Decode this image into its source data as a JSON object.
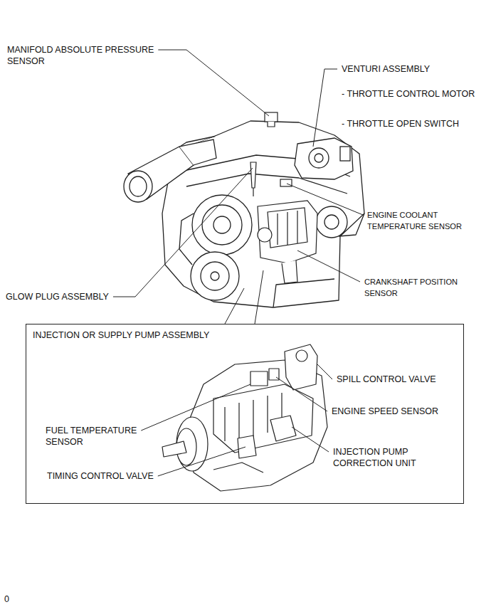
{
  "diagram": {
    "nodes": [
      {
        "text": [
          "INJECTION OR SUPPLY PUMP ASSEMBLY"
        ]
      }
    ],
    "labels": [
      "MANIFOLD ABSOLUTE PRESSURE SENSOR",
      "VENTURI ASSEMBLY",
      "- THROTTLE CONTROL MOTOR",
      "- THROTTLE OPEN SWITCH",
      "ENGINE COOLANT TEMPERATURE SENSOR",
      "CRANKSHAFT POSITION SENSOR",
      "GLOW PLUG ASSEMBLY",
      "SPILL CONTROL VALVE",
      "ENGINE SPEED SENSOR",
      "FUEL TEMPERATURE SENSOR",
      "INJECTION PUMP CORRECTION UNIT",
      "TIMING CONTROL VALVE",
      "0"
    ]
  }
}
